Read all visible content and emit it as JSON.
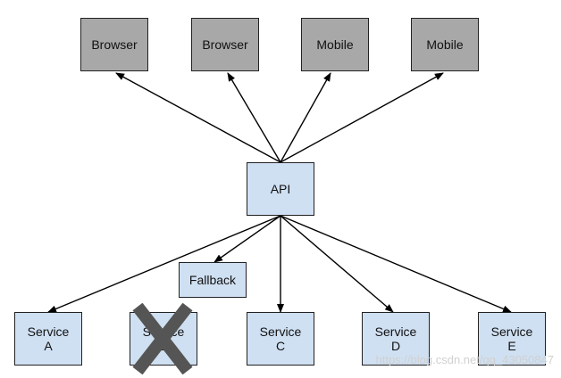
{
  "diagram": {
    "clients": [
      {
        "label": "Browser"
      },
      {
        "label": "Browser"
      },
      {
        "label": "Mobile"
      },
      {
        "label": "Mobile"
      }
    ],
    "gateway": {
      "label": "API"
    },
    "fallback": {
      "label": "Fallback"
    },
    "services": [
      {
        "label": "Service\nA",
        "failed": false
      },
      {
        "label": "Service\nB",
        "failed": true
      },
      {
        "label": "Service\nC",
        "failed": false
      },
      {
        "label": "Service\nD",
        "failed": false
      },
      {
        "label": "Service\nE",
        "failed": false
      }
    ]
  },
  "colors": {
    "client_fill": "#a8a8a8",
    "service_fill": "#cfe0f2",
    "failure_mark": "#555555",
    "edge": "#000000"
  },
  "watermark": "https://blog.csdn.net/qq_43050847"
}
